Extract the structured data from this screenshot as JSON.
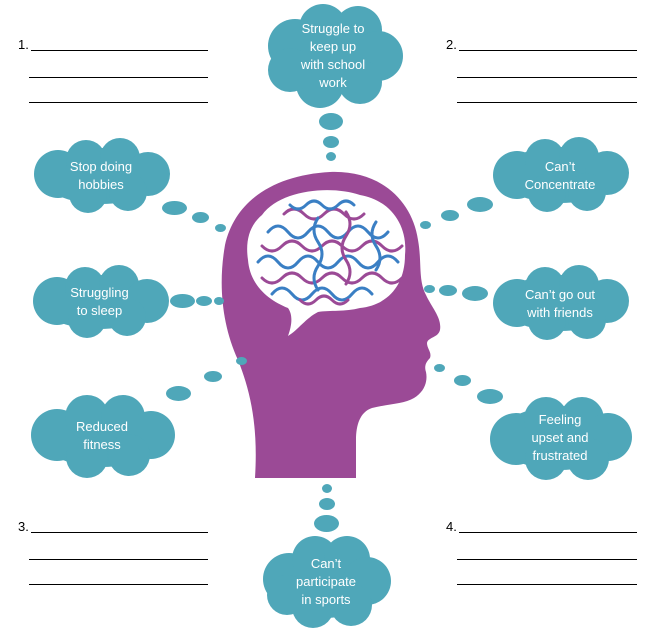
{
  "colors": {
    "cloud": "#4fa7b9",
    "head": "#9b4a96",
    "brain_line_a": "#3a7fc4",
    "brain_line_b": "#9b4a96"
  },
  "clouds": {
    "top": "Struggle to\nkeep up\nwith school\nwork",
    "left1": "Stop doing\nhobbies",
    "left2": "Struggling\nto sleep",
    "left3": "Reduced\nfitness",
    "right1": "Can’t\nConcentrate",
    "right2": "Can’t go out\nwith friends",
    "right3": "Feeling\nupset and\nfrustrated",
    "bottom": "Can’t\nparticipate\nin sports"
  },
  "answer_blocks": [
    {
      "number": "1."
    },
    {
      "number": "2."
    },
    {
      "number": "3."
    },
    {
      "number": "4."
    }
  ],
  "icons": {
    "head": "head-silhouette-icon",
    "brain": "brain-icon"
  }
}
